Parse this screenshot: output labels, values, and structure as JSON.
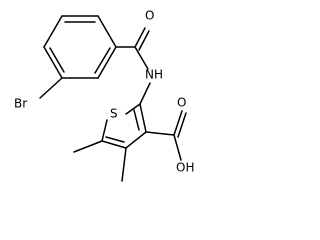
{
  "molecule": {
    "atom_labels": {
      "bromine": "Br",
      "carbonyl_oxygen": "O",
      "amide_nitrogen": "NH",
      "thiophene_sulfur": "S",
      "acid_carbonyl_oxygen": "O",
      "hydroxyl": "OH"
    }
  }
}
